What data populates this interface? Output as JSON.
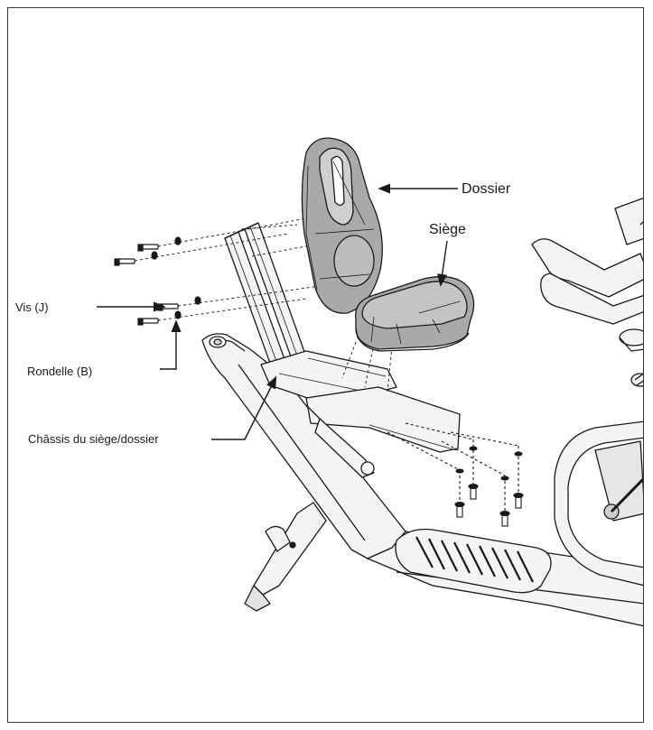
{
  "labels": {
    "dossier": "Dossier",
    "siege": "Siège",
    "vis": "Vis (J)",
    "rondelle": "Rondelle (B)",
    "chassis": "Châssis du siège/dossier"
  },
  "colors": {
    "line": "#1a1a1a",
    "part_fill": "#f4f4f4",
    "cushion_fill": "#a9a9a9",
    "cushion_light": "#cfcfcf",
    "frame_border": "#3a3a3a"
  }
}
